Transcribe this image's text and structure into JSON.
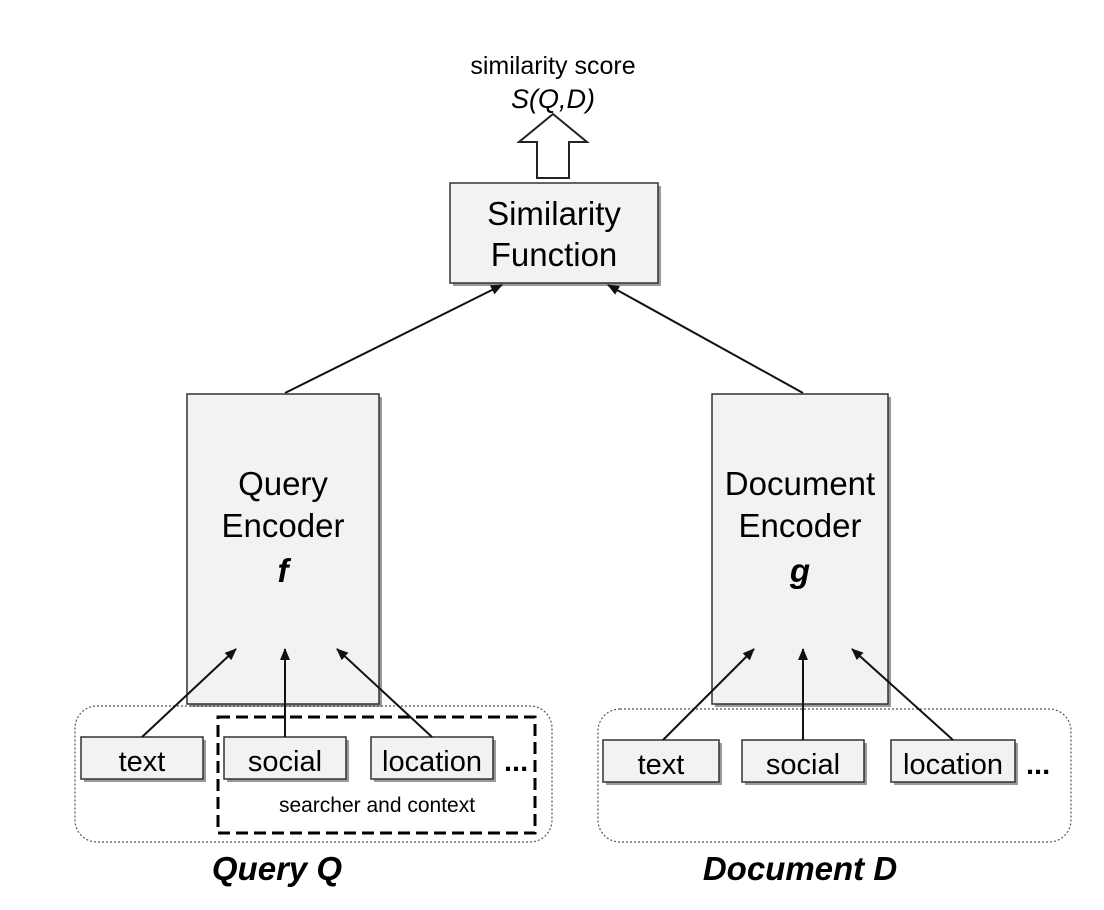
{
  "output": {
    "label": "similarity score",
    "formula": "S(Q,D)"
  },
  "similarity": {
    "line1": "Similarity",
    "line2": "Function"
  },
  "query_encoder": {
    "line1": "Query",
    "line2": "Encoder",
    "symbol": "f"
  },
  "document_encoder": {
    "line1": "Document",
    "line2": "Encoder",
    "symbol": "g"
  },
  "query_inputs": {
    "items": [
      "text",
      "social",
      "location"
    ],
    "ellipsis": "...",
    "context_label": "searcher and context",
    "caption": "Query Q"
  },
  "document_inputs": {
    "items": [
      "text",
      "social",
      "location"
    ],
    "ellipsis": "...",
    "caption": "Document D"
  }
}
